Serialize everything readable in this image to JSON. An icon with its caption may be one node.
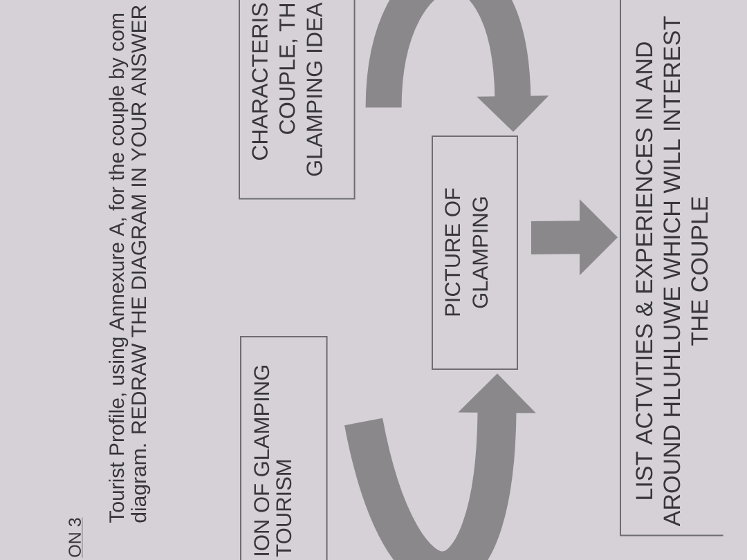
{
  "diagram": {
    "title": "ON 3",
    "nodes": [
      {
        "text": [
          "ION OF GLAMPING TOURISM"
        ]
      },
      {
        "text": [
          "CHARACTERIS COUPLE, TH GLAMPING IDEA"
        ]
      },
      {
        "text": [
          "PICTURE OF GLAMPING"
        ]
      },
      {
        "text": [
          "LIST ACTVITIES & EXPERIENCES IN AND AROUND HLUHLUWE WHICH WILL INTEREST THE COUPLE"
        ]
      }
    ],
    "edges": [
      {
        "from": 0,
        "to": 2,
        "arrow": "to"
      },
      {
        "from": 1,
        "to": 2,
        "arrow": "to"
      },
      {
        "from": 2,
        "to": 3,
        "arrow": "to"
      }
    ],
    "labels": [
      "Tourist Profile, using Annexure A, for the couple by com diagram. REDRAW THE DIAGRAM IN YOUR ANSWER"
    ]
  }
}
